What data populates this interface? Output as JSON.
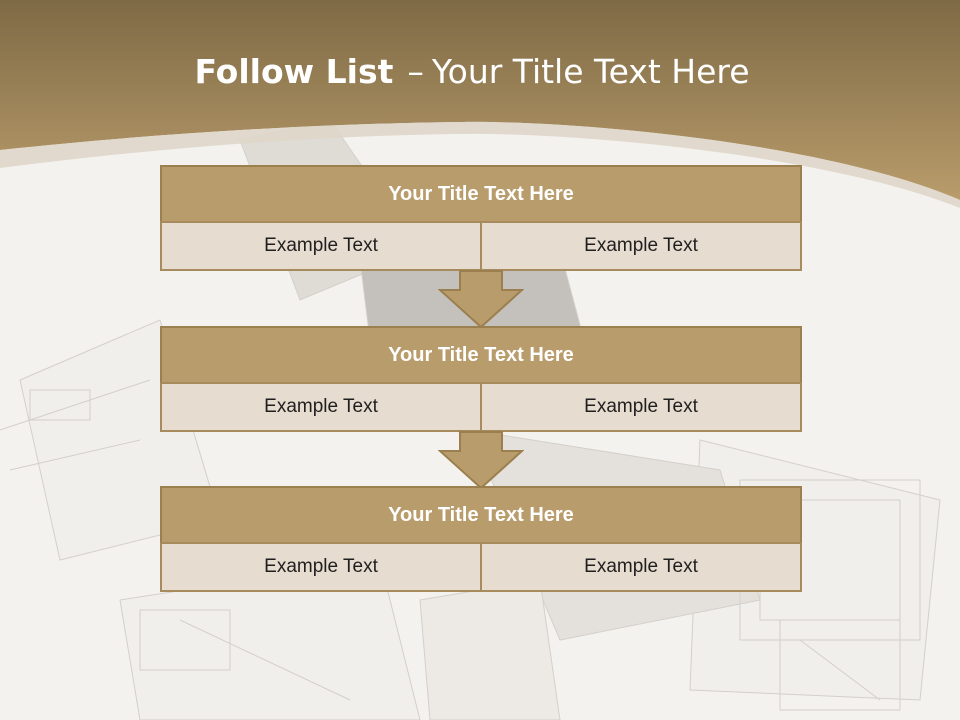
{
  "colors": {
    "header_top": "#7e6a45",
    "header_bottom": "#b99c6b",
    "title_fill": "#b99c6b",
    "cell_fill": "#e6dccf",
    "border": "#9b7f4f"
  },
  "header": {
    "title_bold": "Follow List",
    "separator": "–",
    "title_rest": "Your Title Text Here"
  },
  "blocks": [
    {
      "title": "Your Title Text Here",
      "cells": [
        "Example Text",
        "Example Text"
      ]
    },
    {
      "title": "Your Title Text Here",
      "cells": [
        "Example Text",
        "Example Text"
      ]
    },
    {
      "title": "Your Title Text Here",
      "cells": [
        "Example Text",
        "Example Text"
      ]
    }
  ],
  "arrows": [
    {
      "icon": "down-arrow-icon"
    },
    {
      "icon": "down-arrow-icon"
    }
  ],
  "background": {
    "illustration": "house-blueprint-image"
  }
}
